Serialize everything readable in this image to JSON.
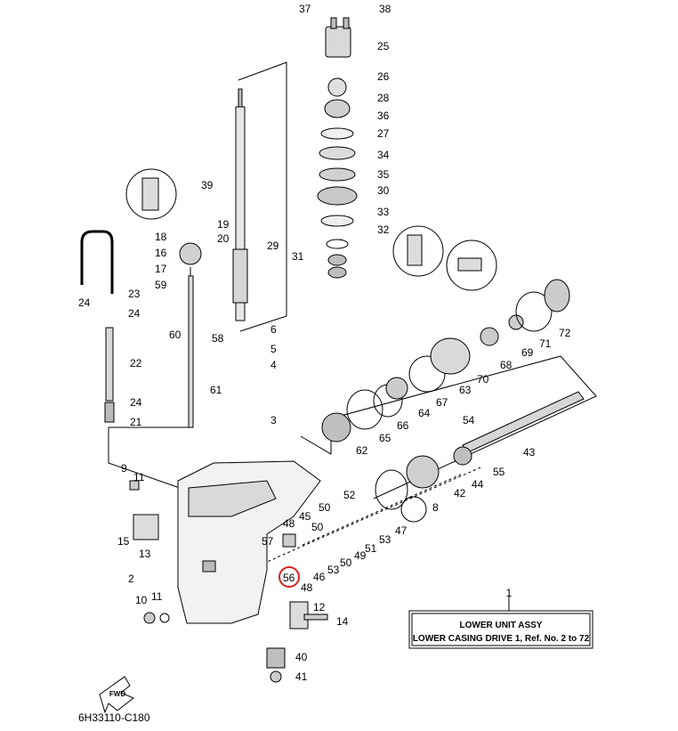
{
  "diagram": {
    "title_box": {
      "part_no": "1",
      "line1": "LOWER UNIT ASSY",
      "line2": "LOWER CASING DRIVE 1,  Ref. No. 2 to 72"
    },
    "drawing_code": "6H33110-C180",
    "fwd_label": "FWD",
    "highlighted_part": "56",
    "highlight_color": "#d92020",
    "callouts": [
      "37",
      "38",
      "25",
      "26",
      "28",
      "36",
      "27",
      "34",
      "35",
      "30",
      "33",
      "32",
      "31",
      "39",
      "29",
      "19",
      "18",
      "20",
      "16",
      "17",
      "59",
      "23",
      "24",
      "24",
      "60",
      "58",
      "6",
      "5",
      "4",
      "22",
      "61",
      "3",
      "24",
      "21",
      "54",
      "62",
      "65",
      "66",
      "64",
      "67",
      "63",
      "70",
      "68",
      "69",
      "71",
      "72",
      "43",
      "55",
      "44",
      "42",
      "8",
      "9",
      "11",
      "52",
      "50",
      "15",
      "57",
      "48",
      "45",
      "50",
      "13",
      "53",
      "51",
      "49",
      "47",
      "46",
      "53",
      "50",
      "48",
      "56",
      "2",
      "1",
      "10",
      "11",
      "12",
      "14",
      "40",
      "41"
    ]
  }
}
